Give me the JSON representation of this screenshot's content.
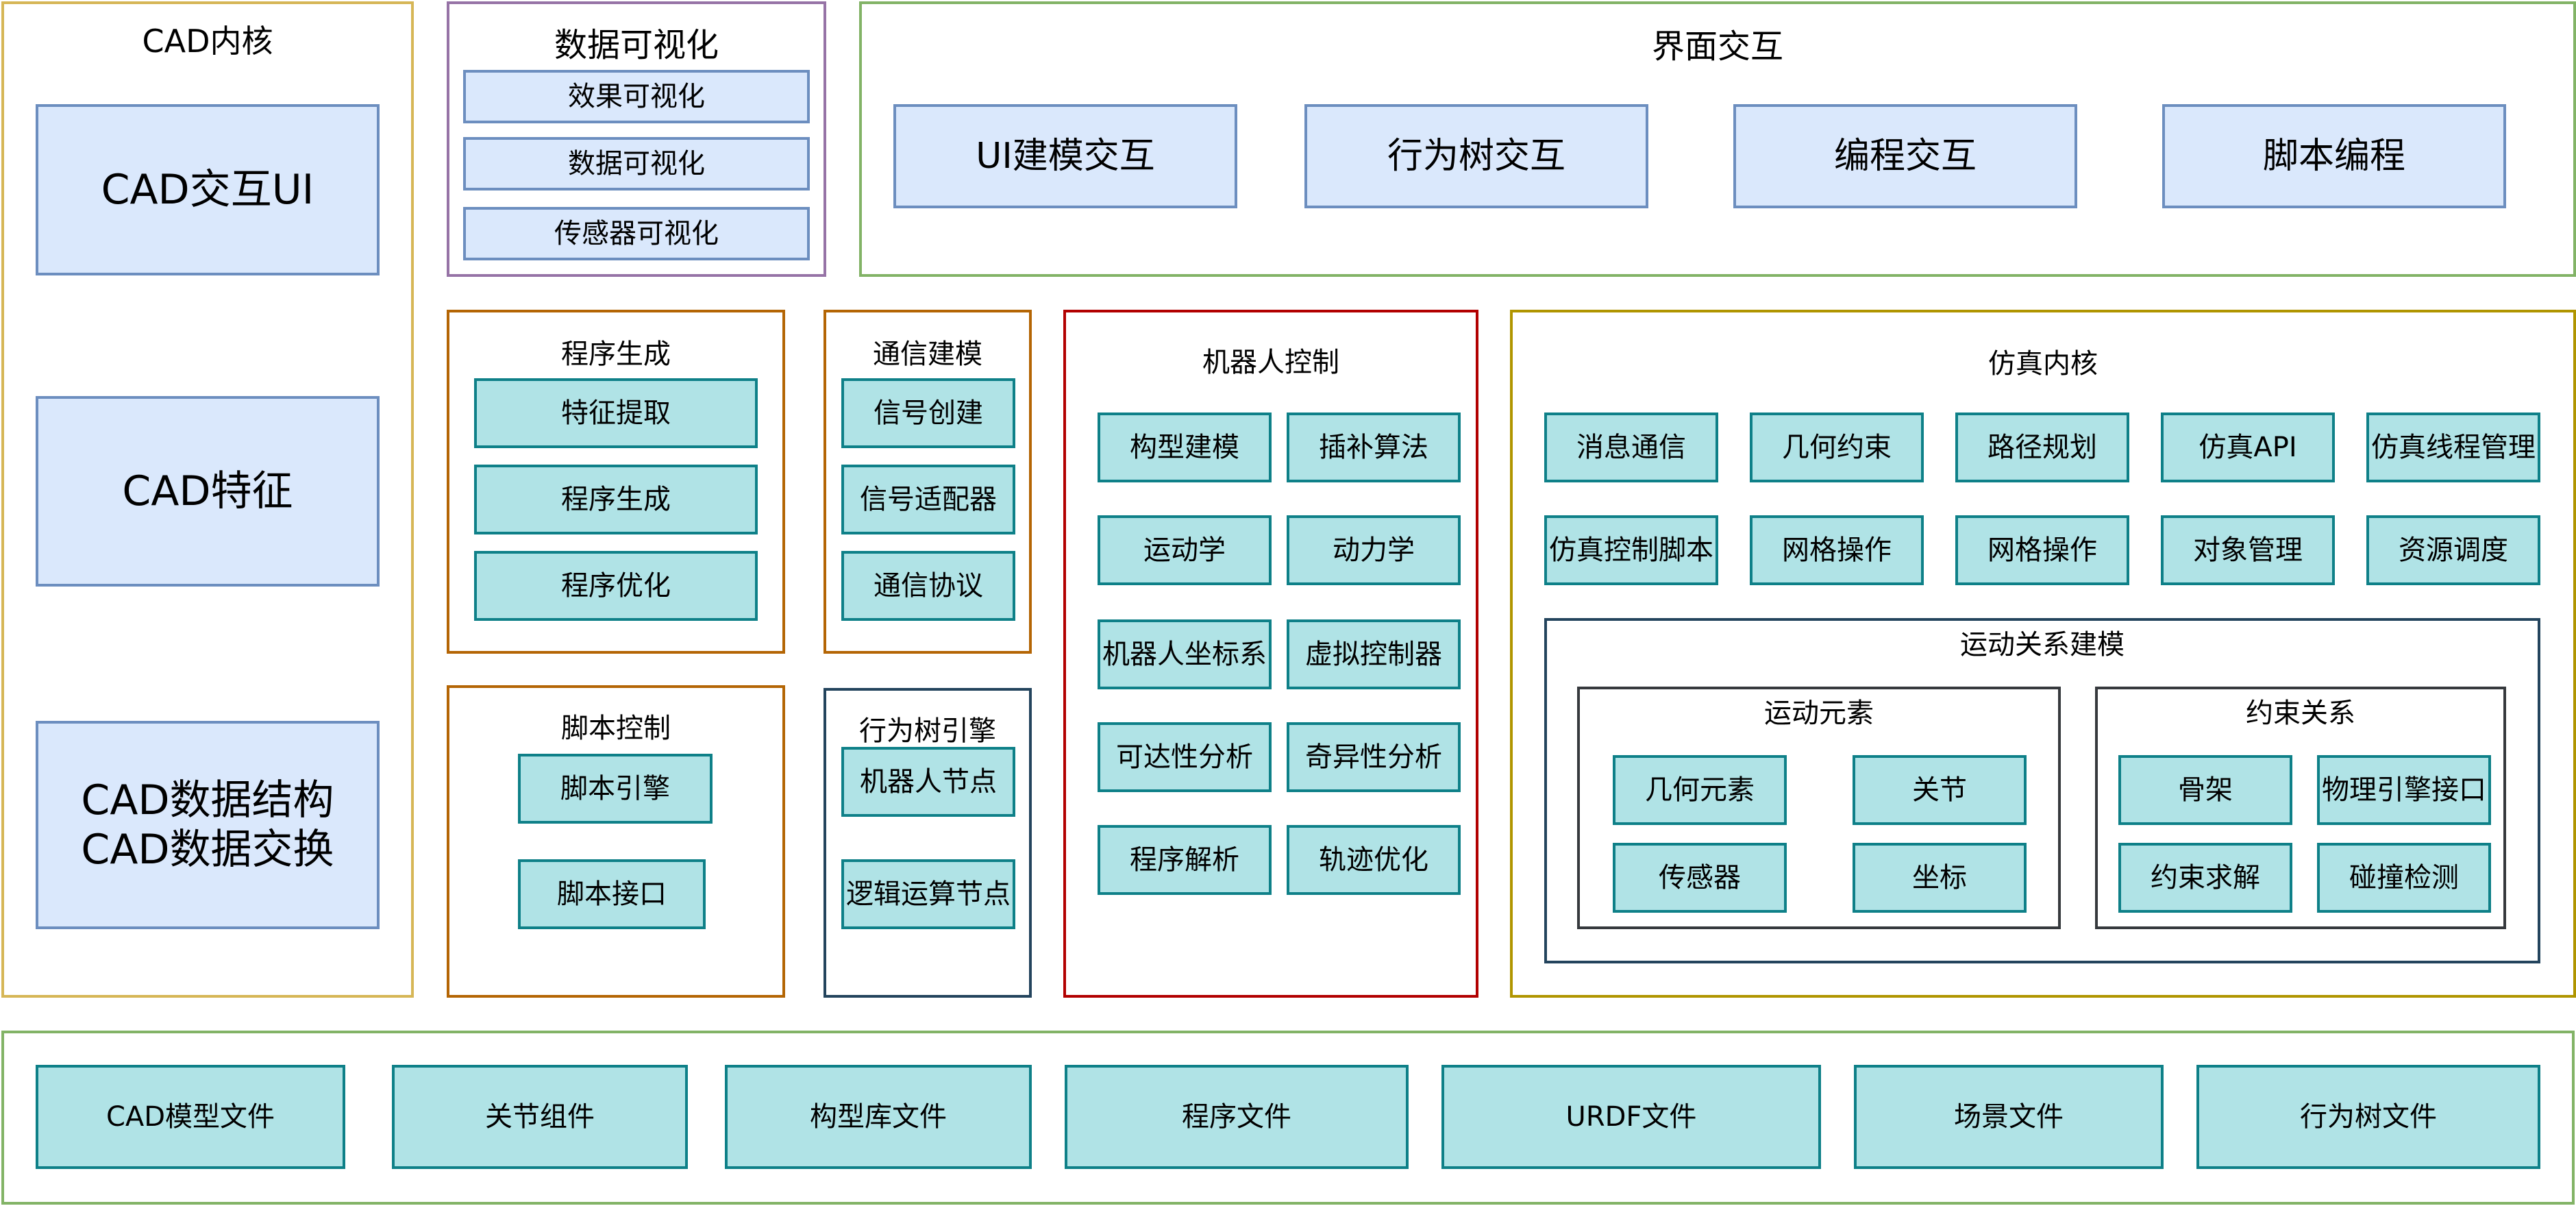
{
  "colors": {
    "cad_core_border": "#d6b656",
    "data_vis_border": "#9673a6",
    "ui_border": "#82b366",
    "orange_border": "#b46504",
    "dark_border": "#23445d",
    "red_border": "#b20000",
    "sim_border": "#b09500",
    "inner_border": "#36393d",
    "blue_fill": "#dae8fc",
    "blue_stroke": "#6c8ebf",
    "teal_fill": "#b0e3e6",
    "teal_stroke": "#0e8088"
  },
  "cad_core": {
    "title": "CAD内核",
    "items": [
      "CAD交互UI",
      "CAD特征"
    ],
    "data_line1": "CAD数据结构",
    "data_line2": "CAD数据交换"
  },
  "data_vis": {
    "title": "数据可视化",
    "items": [
      "效果可视化",
      "数据可视化",
      "传感器可视化"
    ]
  },
  "ui_interaction": {
    "title": "界面交互",
    "items": [
      "UI建模交互",
      "行为树交互",
      "编程交互",
      "脚本编程"
    ]
  },
  "program_gen": {
    "title": "程序生成",
    "items": [
      "特征提取",
      "程序生成",
      "程序优化"
    ]
  },
  "comm_model": {
    "title": "通信建模",
    "items": [
      "信号创建",
      "信号适配器",
      "通信协议"
    ]
  },
  "robot_control": {
    "title": "机器人控制",
    "items": [
      "构型建模",
      "插补算法",
      "运动学",
      "动力学",
      "机器人坐标系",
      "虚拟控制器",
      "可达性分析",
      "奇异性分析",
      "程序解析",
      "轨迹优化"
    ]
  },
  "sim_core": {
    "title": "仿真内核",
    "items": [
      "消息通信",
      "几何约束",
      "路径规划",
      "仿真API",
      "仿真线程管理",
      "仿真控制脚本",
      "网格操作",
      "网格操作",
      "对象管理",
      "资源调度"
    ],
    "motion": {
      "title": "运动关系建模",
      "elements": {
        "title": "运动元素",
        "items": [
          "几何元素",
          "关节",
          "传感器",
          "坐标"
        ]
      },
      "constraints": {
        "title": "约束关系",
        "items": [
          "骨架",
          "物理引擎接口",
          "约束求解",
          "碰撞检测"
        ]
      }
    }
  },
  "script_control": {
    "title": "脚本控制",
    "items": [
      "脚本引擎",
      "脚本接口"
    ]
  },
  "bt_engine": {
    "title": "行为树引擎",
    "items": [
      "机器人节点",
      "逻辑运算节点"
    ]
  },
  "files": {
    "items": [
      "CAD模型文件",
      "关节组件",
      "构型库文件",
      "程序文件",
      "URDF文件",
      "场景文件",
      "行为树文件"
    ]
  }
}
